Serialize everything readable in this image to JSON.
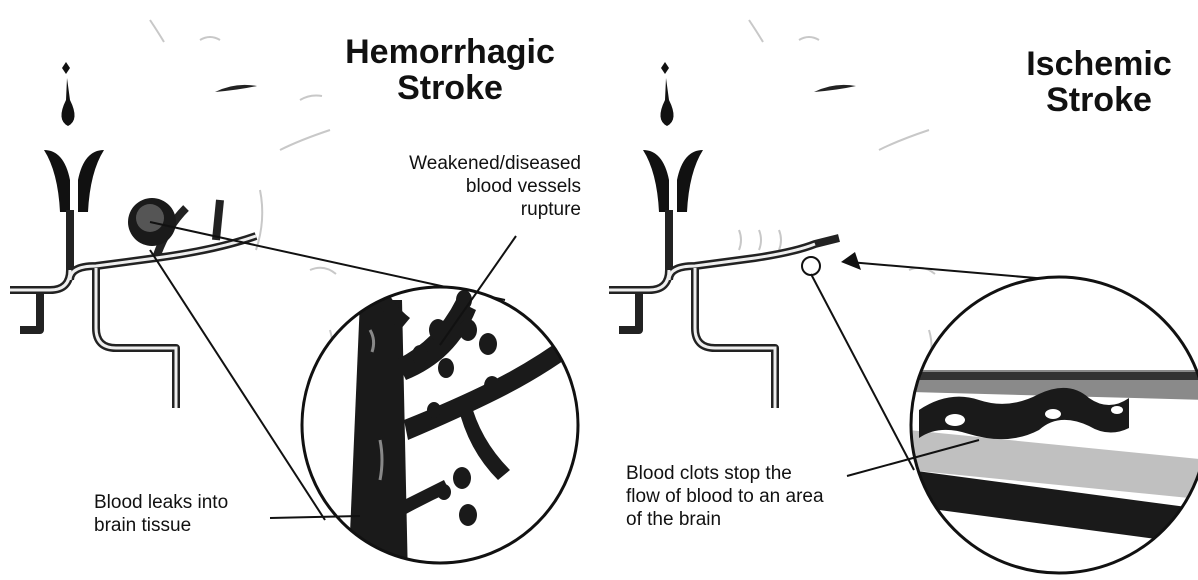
{
  "hemorrhagic": {
    "title_line1": "Hemorrhagic",
    "title_line2": "Stroke",
    "callout_top_line1": "Weakened/diseased",
    "callout_top_line2": "blood vessels",
    "callout_top_line3": "rupture",
    "callout_bottom_line1": "Blood leaks into",
    "callout_bottom_line2": "brain tissue"
  },
  "ischemic": {
    "title_line1": "Ischemic",
    "title_line2": "Stroke",
    "callout_line1": "Blood clots stop the",
    "callout_line2": "flow of blood to an area",
    "callout_line3": "of the brain"
  },
  "colors": {
    "ink": "#111111",
    "paper": "#ffffff",
    "shade": "#9a9a9a"
  }
}
